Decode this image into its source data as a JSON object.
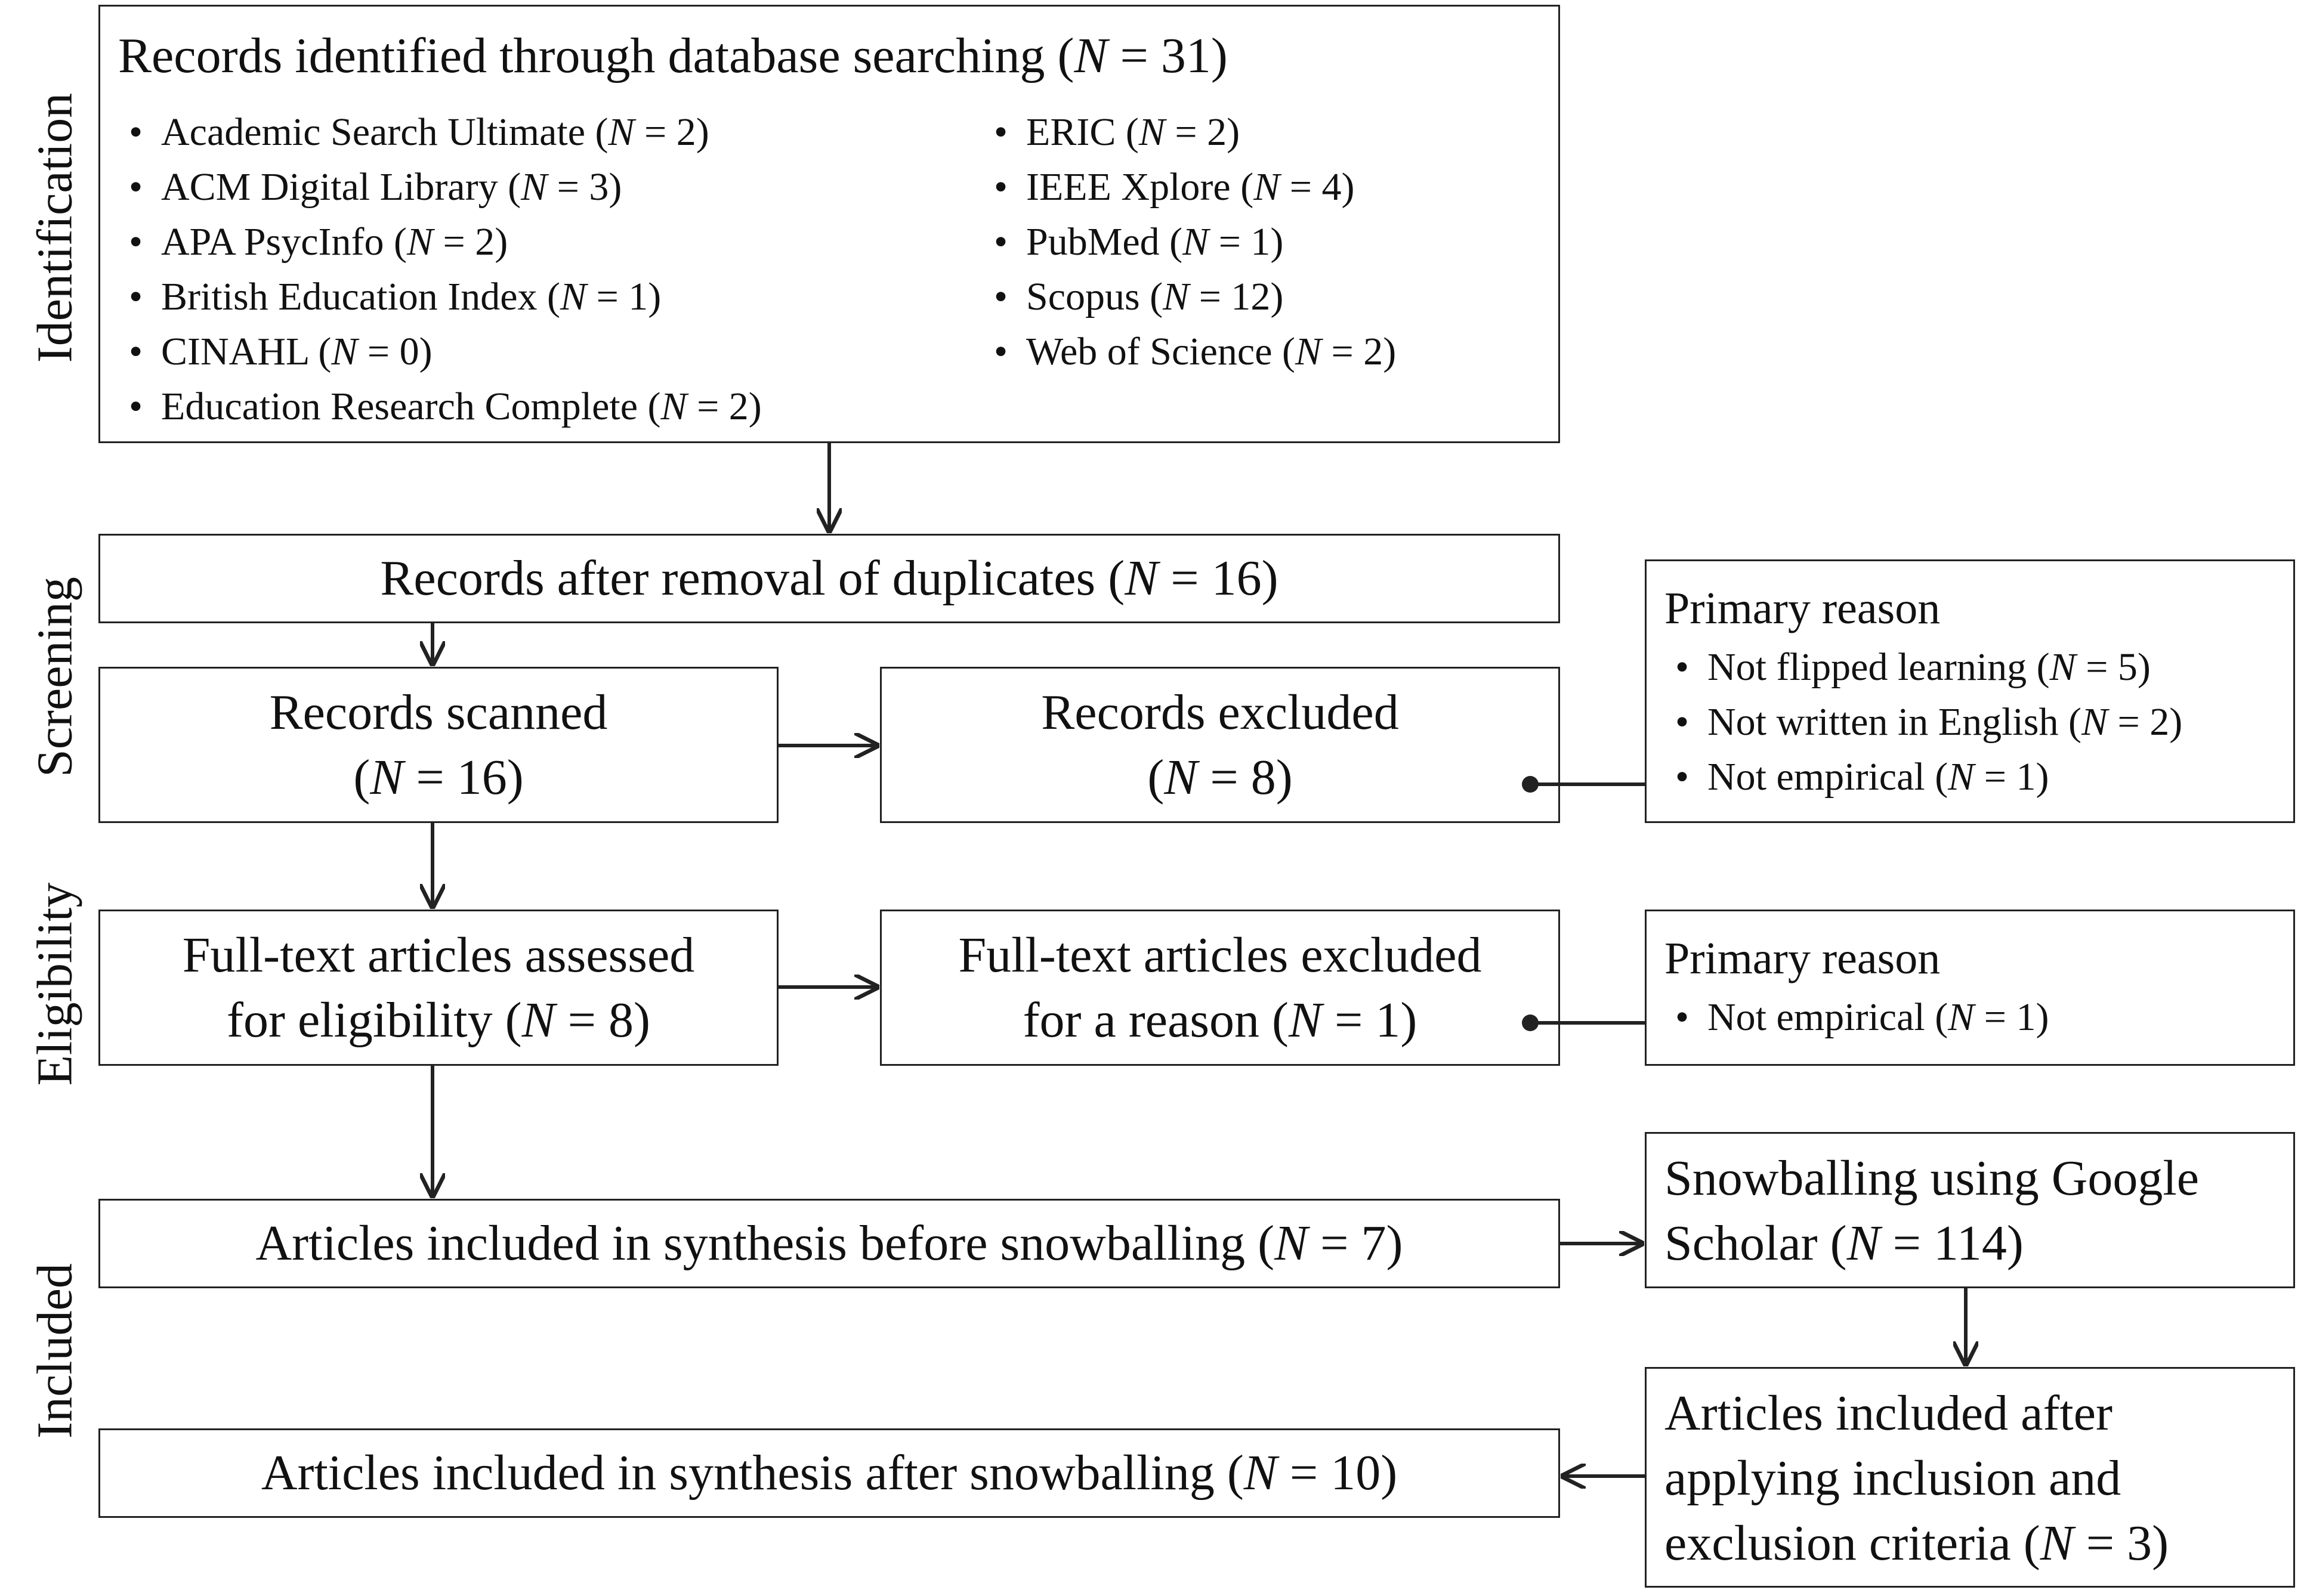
{
  "stages": {
    "identification": "Identification",
    "screening": "Screening",
    "eligibility": "Eligibility",
    "included": "Included"
  },
  "identified": {
    "title": "Records identified through database searching (",
    "n": "N",
    "count": " = 31)",
    "left_items": [
      {
        "name": "Academic Search Ultimate (",
        "count": " = 2)"
      },
      {
        "name": "ACM Digital Library (",
        "count": " = 3)"
      },
      {
        "name": "APA PsycInfo (",
        "count": " = 2)"
      },
      {
        "name": "British Education Index (",
        "count": " = 1)"
      },
      {
        "name": "CINAHL (",
        "count": " = 0)"
      },
      {
        "name": "Education Research Complete (",
        "count": " = 2)"
      }
    ],
    "right_items": [
      {
        "name": "ERIC (",
        "count": " = 2)"
      },
      {
        "name": "IEEE Xplore (",
        "count": " = 4)"
      },
      {
        "name": "PubMed (",
        "count": " = 1)"
      },
      {
        "name": "Scopus (",
        "count": " = 12)"
      },
      {
        "name": "Web of Science (",
        "count": " = 2)"
      }
    ]
  },
  "duplicates": {
    "text": "Records after removal of duplicates (",
    "count": " = 16)"
  },
  "scanned": {
    "line1": "Records scanned",
    "line2_pre": "(",
    "count": " = 16)"
  },
  "excluded": {
    "line1": "Records excluded",
    "line2_pre": "(",
    "count": " = 8)"
  },
  "reason1": {
    "title": "Primary reason",
    "items": [
      {
        "name": "Not flipped learning (",
        "count": " = 5)"
      },
      {
        "name": "Not written in English (",
        "count": " = 2)"
      },
      {
        "name": "Not empirical (",
        "count": " = 1)"
      }
    ]
  },
  "fulltext": {
    "line1": "Full-text articles assessed",
    "line2_pre": "for eligibility (",
    "count": " = 8)"
  },
  "ft_excluded": {
    "line1": "Full-text articles excluded",
    "line2_pre": "for a reason (",
    "count": " = 1)"
  },
  "reason2": {
    "title": "Primary reason",
    "items": [
      {
        "name": "Not empirical (",
        "count": " = 1)"
      }
    ]
  },
  "before_snow": {
    "text": "Articles included in synthesis before snowballing (",
    "count": " = 7)"
  },
  "snowball": {
    "line1": "Snowballing using Google",
    "line2_pre": "Scholar (",
    "count": " = 114)"
  },
  "after_criteria": {
    "line1": "Articles included after",
    "line2": "applying inclusion and",
    "line3_pre": "exclusion criteria (",
    "count": " = 3)"
  },
  "after_snow": {
    "text": "Articles included in synthesis after snowballing (",
    "count": " = 10)"
  },
  "n_symbol": "N"
}
